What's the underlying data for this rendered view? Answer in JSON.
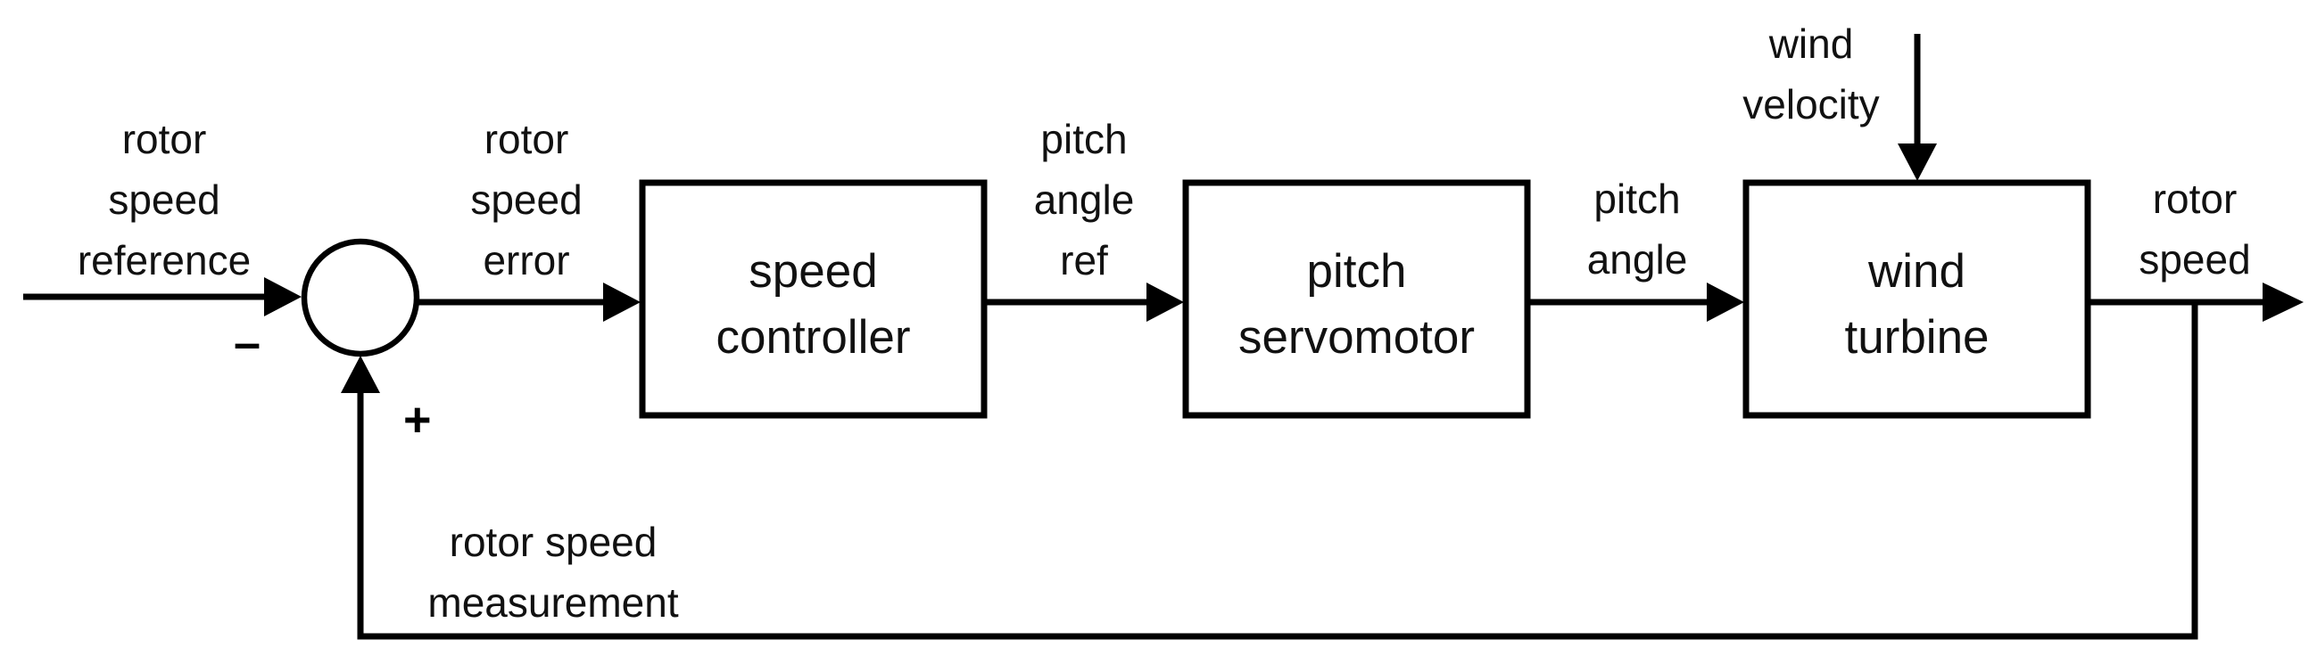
{
  "signals": {
    "reference": [
      "rotor",
      "speed",
      "reference"
    ],
    "error": [
      "rotor",
      "speed",
      "error"
    ],
    "pitch_ref": [
      "pitch",
      "angle",
      "ref"
    ],
    "pitch_angle": [
      "pitch",
      "angle"
    ],
    "wind": [
      "wind",
      "velocity"
    ],
    "output": [
      "rotor",
      "speed"
    ],
    "measurement": [
      "rotor speed",
      "measurement"
    ]
  },
  "blocks": {
    "controller": [
      "speed",
      "controller"
    ],
    "servo": [
      "pitch",
      "servomotor"
    ],
    "turbine": [
      "wind",
      "turbine"
    ]
  },
  "summing_junction": {
    "left_sign": "–",
    "bottom_sign": "+"
  }
}
